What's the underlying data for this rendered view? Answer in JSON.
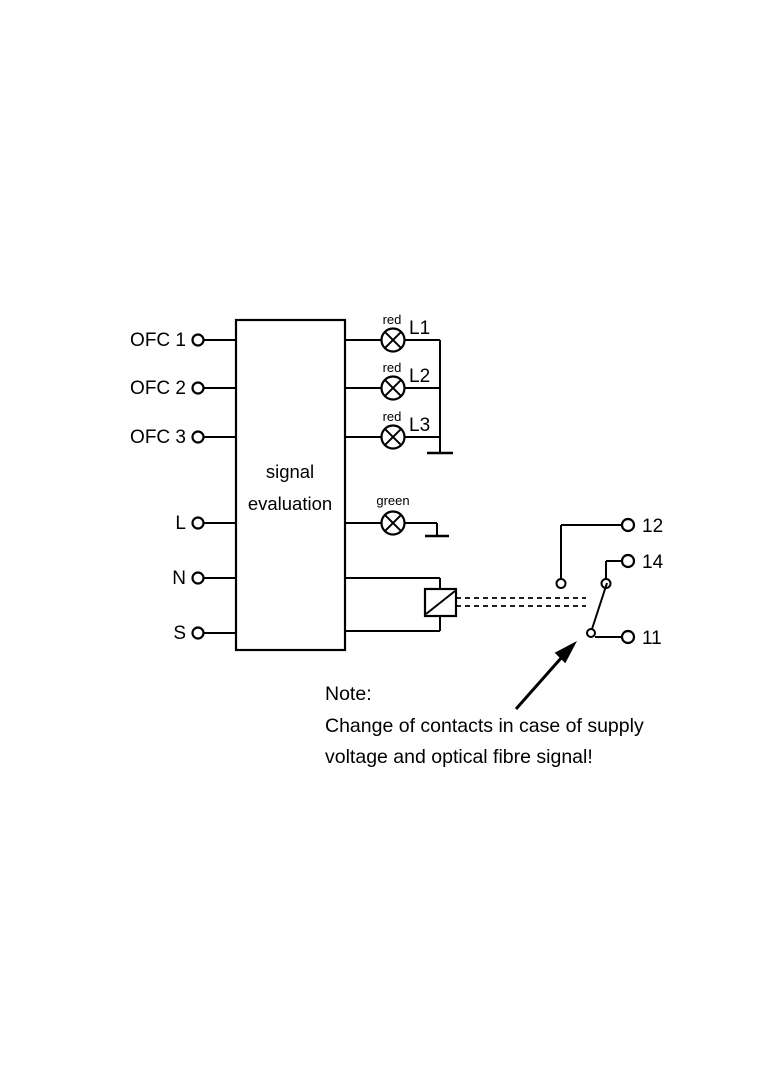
{
  "diagram": {
    "box": {
      "line1": "signal",
      "line2": "evaluation"
    },
    "inputs": [
      {
        "label": "OFC 1"
      },
      {
        "label": "OFC 2"
      },
      {
        "label": "OFC 3"
      },
      {
        "label": "L"
      },
      {
        "label": "N"
      },
      {
        "label": "S"
      }
    ],
    "indicator_lamps": [
      {
        "color": "red",
        "label": "L1"
      },
      {
        "color": "red",
        "label": "L2"
      },
      {
        "color": "red",
        "label": "L3"
      }
    ],
    "status_lamp": {
      "color": "green"
    },
    "relay_contacts": [
      {
        "label": "12"
      },
      {
        "label": "14"
      },
      {
        "label": "11"
      }
    ],
    "note": {
      "title": "Note:",
      "line1": "Change of contacts in case of supply",
      "line2": "voltage and optical fibre signal!"
    },
    "colors": {
      "line": "#000000",
      "background": "#ffffff"
    }
  }
}
